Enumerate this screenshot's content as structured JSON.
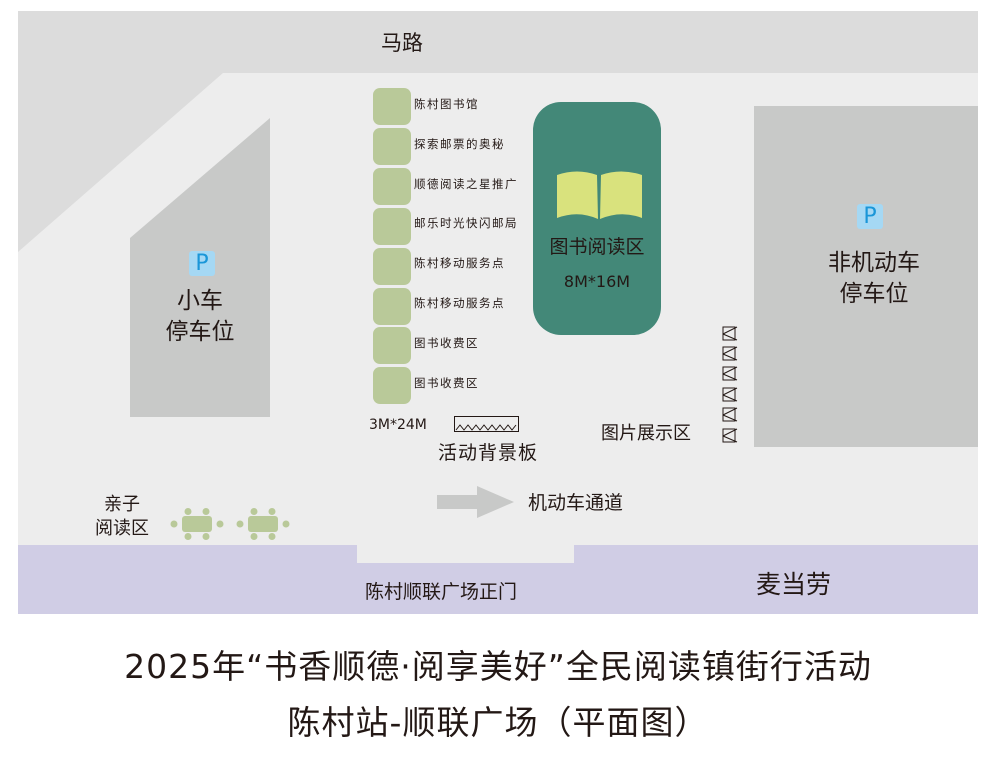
{
  "colors": {
    "road": "#dcdcdc",
    "plaza": "#ededed",
    "parking": "#c8c9c8",
    "mall_band": "#d0cde5",
    "booth": "#b9c999",
    "reading_zone": "#438878",
    "book_icon": "#d9e27d",
    "parking_badge_bg": "#a5d8f4",
    "parking_badge_fg": "#1a96d8",
    "arrow": "#c8c9c8",
    "text": "#231815"
  },
  "map": {
    "road_label": "马路",
    "small_car_parking": {
      "badge": "P",
      "label_line1": "小车",
      "label_line2": "停车位"
    },
    "non_motor_parking": {
      "badge": "P",
      "label_line1": "非机动车",
      "label_line2": "停车位"
    },
    "booths": [
      {
        "label": "陈村图书馆"
      },
      {
        "label": "探索邮票的奥秘"
      },
      {
        "label": "顺德阅读之星推广"
      },
      {
        "label": "邮乐时光快闪邮局"
      },
      {
        "label": "陈村移动服务点"
      },
      {
        "label": "陈村移动服务点"
      },
      {
        "label": "图书收费区"
      },
      {
        "label": "图书收费区"
      }
    ],
    "booth_row_size": "3M*24M",
    "backdrop_label": "活动背景板",
    "reading_zone": {
      "icon": "open-book-icon",
      "label": "图书阅读区",
      "size": "8M*16M"
    },
    "photo_display": {
      "label": "图片展示区",
      "easel_count": 6
    },
    "traffic_lane": {
      "icon": "arrow-right-icon",
      "label": "机动车通道"
    },
    "family_reading": {
      "label_line1": "亲子",
      "label_line2": "阅读区",
      "table_count": 2
    },
    "main_entrance": "陈村顺联广场正门",
    "mcdonalds": "麦当劳"
  },
  "caption": {
    "line1": "2025年“书香顺德·阅享美好”全民阅读镇街行活动",
    "line2": "陈村站-顺联广场（平面图）"
  }
}
